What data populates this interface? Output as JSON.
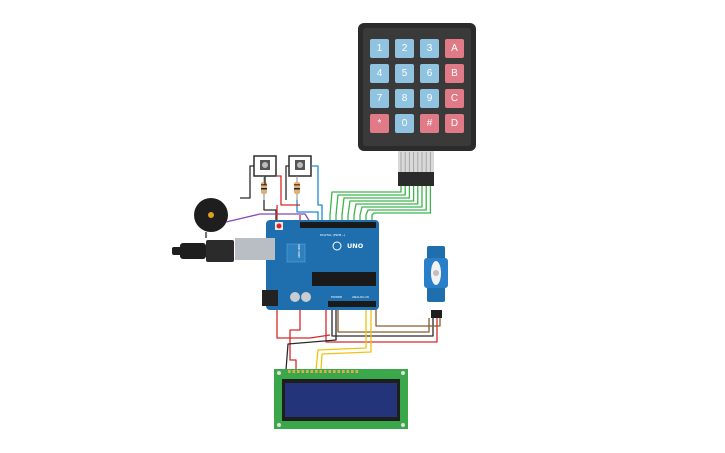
{
  "keypad": {
    "rows": [
      [
        "1",
        "2",
        "3",
        "A"
      ],
      [
        "4",
        "5",
        "6",
        "B"
      ],
      [
        "7",
        "8",
        "9",
        "C"
      ],
      [
        "*",
        "0",
        "#",
        "D"
      ]
    ],
    "colors": {
      "digit": "#8fc3e0",
      "letter": "#e07a86",
      "body": "#2b2b2b"
    }
  },
  "arduino": {
    "model_label": "UNO",
    "brand_label": "ARDUINO",
    "header_labels": {
      "digital": "DIGITAL (PWM~)",
      "power": "POWER",
      "analog": "ANALOG IN"
    },
    "board_color": "#1f6fae"
  },
  "lcd": {
    "screen_color": "#23347a",
    "board_color": "#3aa84a"
  },
  "wire_colors": {
    "red": "#d42a2a",
    "black": "#2b2b2b",
    "green": "#3fb34f",
    "yellow": "#f2c10f",
    "brown": "#8a5a2b",
    "blue": "#1d8ad6",
    "purple": "#8a48b5"
  }
}
